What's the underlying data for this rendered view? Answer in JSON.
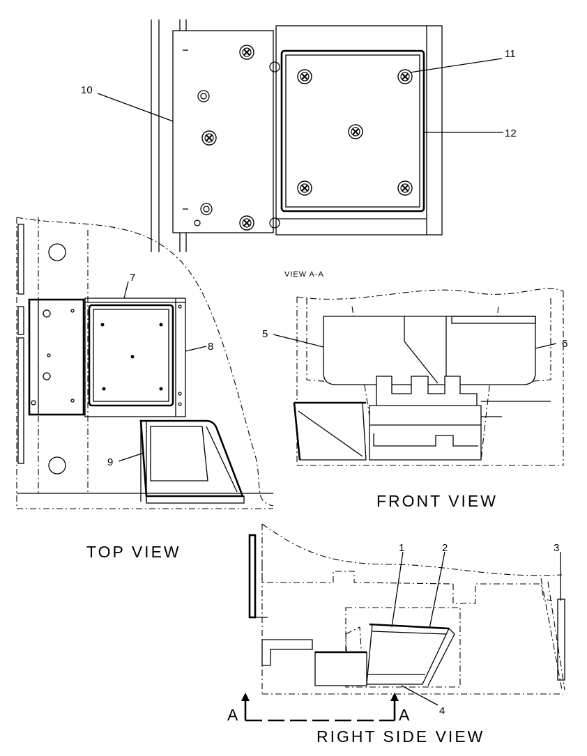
{
  "views": {
    "view_aa": "VIEW A-A",
    "top": "TOP VIEW",
    "front": "FRONT VIEW",
    "right_side": "RIGHT SIDE VIEW"
  },
  "section_marks": [
    "A",
    "A"
  ],
  "callouts": [
    "1",
    "2",
    "3",
    "4",
    "5",
    "6",
    "7",
    "8",
    "9",
    "10",
    "11",
    "12"
  ]
}
